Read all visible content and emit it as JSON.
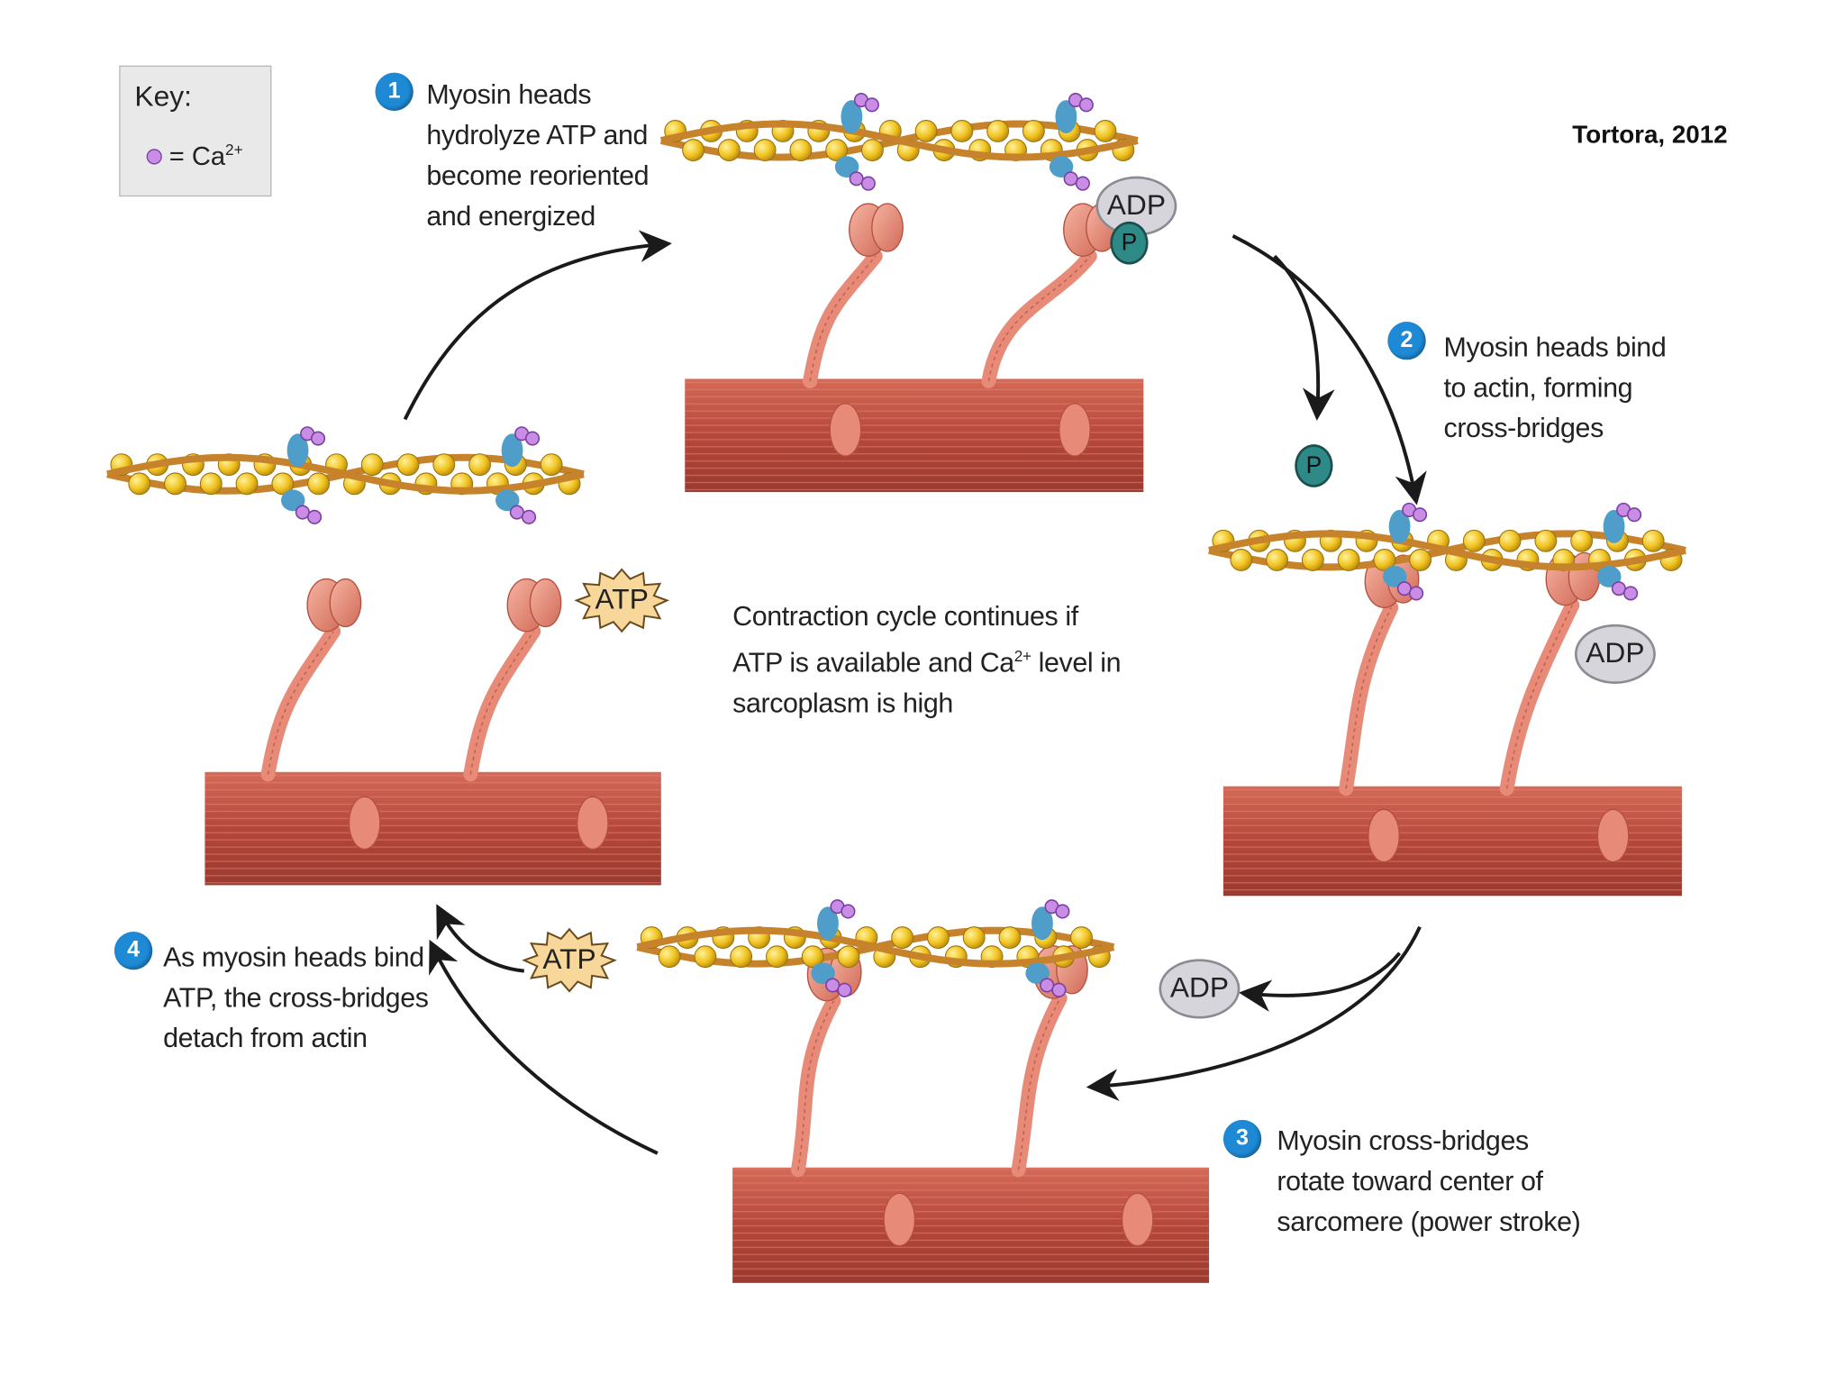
{
  "key": {
    "title": "Key:",
    "entry": "= Ca",
    "entry_sup": "2+",
    "ca_color": "#c98de6"
  },
  "source": "Tortora, 2012",
  "steps": [
    {
      "number": "1",
      "lines": [
        "Myosin heads",
        "hydrolyze ATP and",
        "become reoriented",
        "and energized"
      ]
    },
    {
      "number": "2",
      "lines": [
        "Myosin heads bind",
        "to actin, forming",
        "cross-bridges"
      ]
    },
    {
      "number": "3",
      "lines": [
        "Myosin cross-bridges",
        "rotate toward center of",
        "sarcomere (power stroke)"
      ]
    },
    {
      "number": "4",
      "lines": [
        "As myosin heads bind",
        "ATP, the cross-bridges",
        "detach from actin"
      ]
    }
  ],
  "center_note": {
    "line1": "Contraction cycle continues if",
    "line2_pre": "ATP is available and Ca",
    "line2_sup": "2+",
    "line2_post": " level in",
    "line3": "sarcoplasm is high"
  },
  "molecules": {
    "adp": "ADP",
    "p": "P",
    "atp": "ATP"
  },
  "colors": {
    "step_circle": "#1e8ad6",
    "thick_filament": "#b94a3a",
    "myosin_head": "#e88a78",
    "actin_bead": "#f1c52a",
    "tropomyosin": "#c7822c",
    "troponin": "#4f9ec9",
    "adp_badge": "#d7d5dc",
    "p_badge": "#2d8a87",
    "atp_badge": "#f7d79a"
  }
}
